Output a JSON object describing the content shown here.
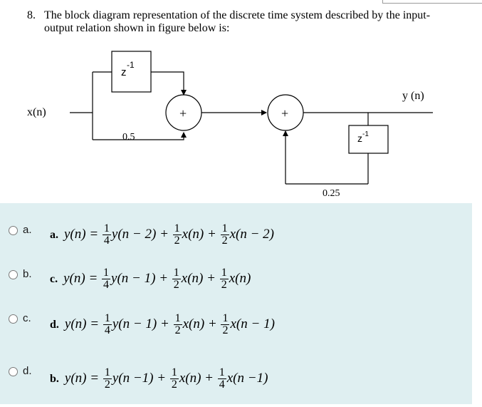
{
  "question": {
    "number": "8.",
    "line1": "The block diagram representation of the discrete time system described by the input-",
    "line2": "output relation shown in figure below is:"
  },
  "diagram": {
    "input_label": "x(n)",
    "output_label": "y (n)",
    "delay1_label": "z",
    "delay1_exp": "-1",
    "delay2_label": "z",
    "delay2_exp": "-1",
    "gain1": "0.5",
    "gain2": "0.25",
    "adder1_sign": "+",
    "adder2_sign": "+"
  },
  "options": [
    {
      "letter": "a.",
      "tag": "a.",
      "lhs": "y(n) =",
      "t1": {
        "num": "1",
        "den": "4"
      },
      "t1_rest": "y(n − 2) +",
      "t2": {
        "num": "1",
        "den": "2"
      },
      "t2_rest": "x(n) +",
      "t3": {
        "num": "1",
        "den": "2"
      },
      "t3_rest": "x(n − 2)"
    },
    {
      "letter": "b.",
      "tag": "c.",
      "lhs": "y(n) =",
      "t1": {
        "num": "1",
        "den": "4"
      },
      "t1_rest": "y(n − 1) +",
      "t2": {
        "num": "1",
        "den": "2"
      },
      "t2_rest": "x(n) +",
      "t3": {
        "num": "1",
        "den": "2"
      },
      "t3_rest": "x(n)"
    },
    {
      "letter": "c.",
      "tag": "d.",
      "lhs": "y(n) =",
      "t1": {
        "num": "1",
        "den": "4"
      },
      "t1_rest": "y(n − 1) +",
      "t2": {
        "num": "1",
        "den": "2"
      },
      "t2_rest": "x(n) +",
      "t3": {
        "num": "1",
        "den": "2"
      },
      "t3_rest": "x(n − 1)"
    },
    {
      "letter": "d.",
      "tag": "b.",
      "lhs": "y(n) =",
      "t1": {
        "num": "1",
        "den": "2"
      },
      "t1_rest": "y(n −1) +",
      "t2": {
        "num": "1",
        "den": "2"
      },
      "t2_rest": "x(n) +",
      "t3": {
        "num": "1",
        "den": "4"
      },
      "t3_rest": "x(n −1)"
    }
  ]
}
